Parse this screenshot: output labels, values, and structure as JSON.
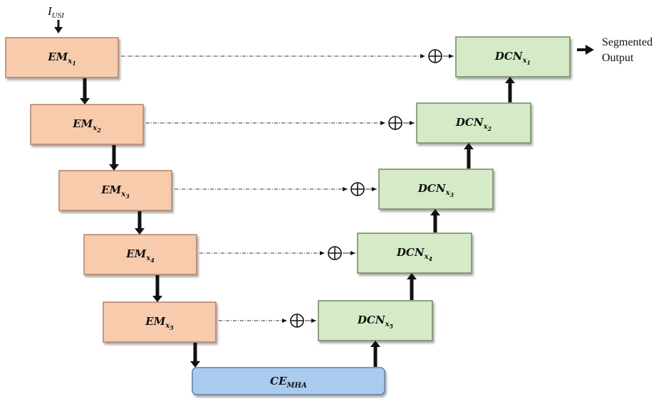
{
  "input": {
    "main": "I",
    "sub": "USI"
  },
  "encoders": [
    {
      "main": "EM",
      "sub": "x",
      "subsub": "1"
    },
    {
      "main": "EM",
      "sub": "x",
      "subsub": "2"
    },
    {
      "main": "EM",
      "sub": "x",
      "subsub": "3"
    },
    {
      "main": "EM",
      "sub": "x",
      "subsub": "4"
    },
    {
      "main": "EM",
      "sub": "x",
      "subsub": "5"
    }
  ],
  "decoders": [
    {
      "main": "DCN",
      "sub": "x",
      "subsub": "1"
    },
    {
      "main": "DCN",
      "sub": "x",
      "subsub": "2"
    },
    {
      "main": "DCN",
      "sub": "x",
      "subsub": "3"
    },
    {
      "main": "DCN",
      "sub": "x",
      "subsub": "4"
    },
    {
      "main": "DCN",
      "sub": "x",
      "subsub": "5"
    }
  ],
  "bottleneck": {
    "main": "CE",
    "sub": "MHA"
  },
  "output": {
    "line1": "Segmented",
    "line2": "Output"
  },
  "colors": {
    "encoder_fill": "#f8cbad",
    "encoder_stroke": "#b0826a",
    "decoder_fill": "#d5eac6",
    "decoder_stroke": "#6f8a5e",
    "bottleneck_fill": "#a9cbee",
    "bottleneck_stroke": "#5f7fa3"
  }
}
